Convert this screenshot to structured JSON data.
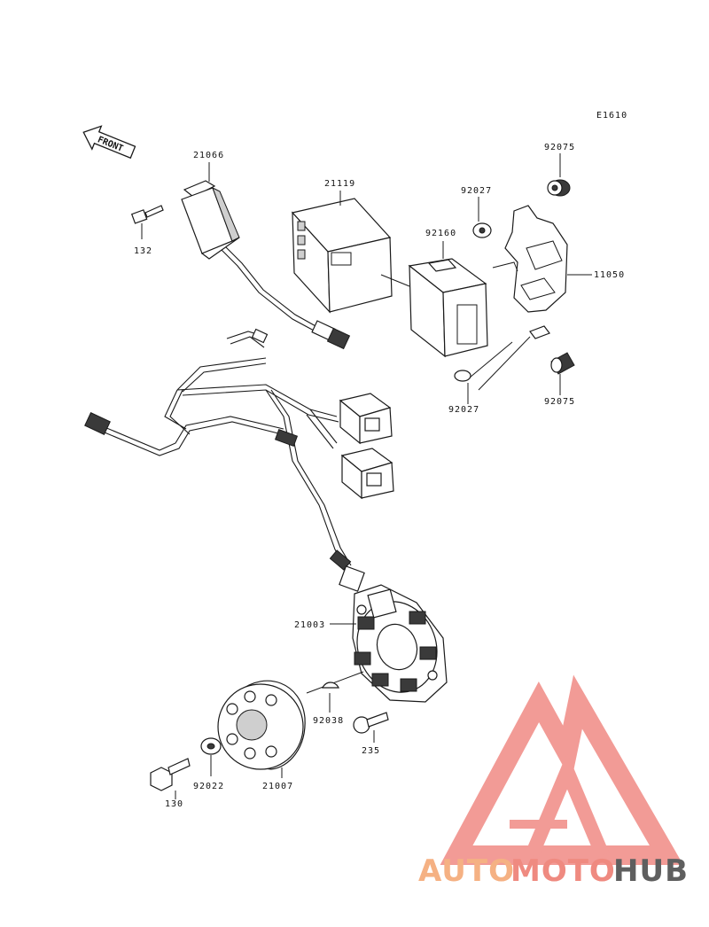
{
  "diagram_code": "E1610",
  "front_label": "FRONT",
  "callouts": {
    "p21066": "21066",
    "p132": "132",
    "p21119": "21119",
    "p92027a": "92027",
    "p92075a": "92075",
    "p92160": "92160",
    "p11050": "11050",
    "p92027b": "92027",
    "p92075b": "92075",
    "p21003": "21003",
    "p92038": "92038",
    "p235": "235",
    "p130": "130",
    "p92022": "92022",
    "p21007": "21007"
  },
  "watermark": {
    "part1": "AUTO",
    "part2": "MOTO",
    "part3": "HUB",
    "color1": "#f5b183",
    "color2": "#ef8a80",
    "color3": "#5f5f5f",
    "logo_color": "#f08a84"
  }
}
